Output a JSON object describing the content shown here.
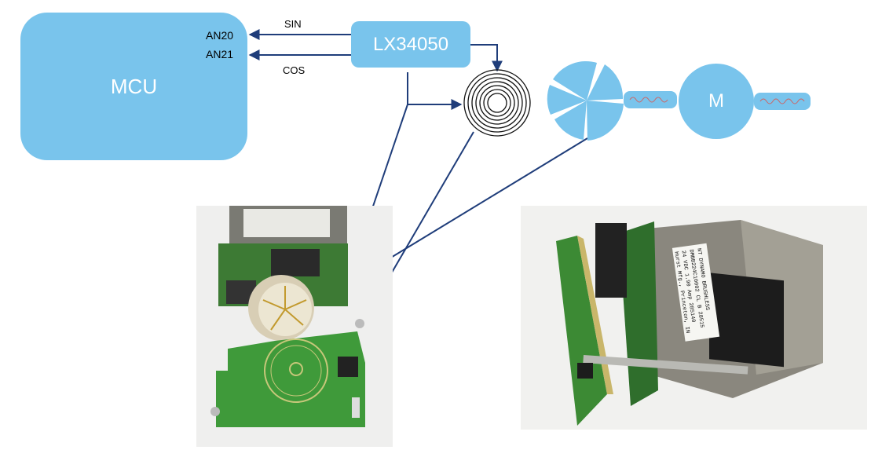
{
  "mcu": {
    "label": "MCU",
    "pins": [
      "AN20",
      "AN21"
    ]
  },
  "chip": {
    "label": "LX34050"
  },
  "signals": {
    "sin": "SIN",
    "cos": "COS"
  },
  "motor": {
    "label": "M"
  },
  "colors": {
    "block": "#79c4ec",
    "connector": "#1f3d7a",
    "pcb": "#2e8a2e",
    "module": "#6b6b66"
  },
  "photo_label": {
    "line1": "NT DYNAMO BRUSHLESS",
    "line2": "DMBB224C10002 CL B 28515",
    "line3": "24 VDC 1.90 Amp 285140",
    "line4": "Hurst Mfg., Princeton, IN"
  }
}
